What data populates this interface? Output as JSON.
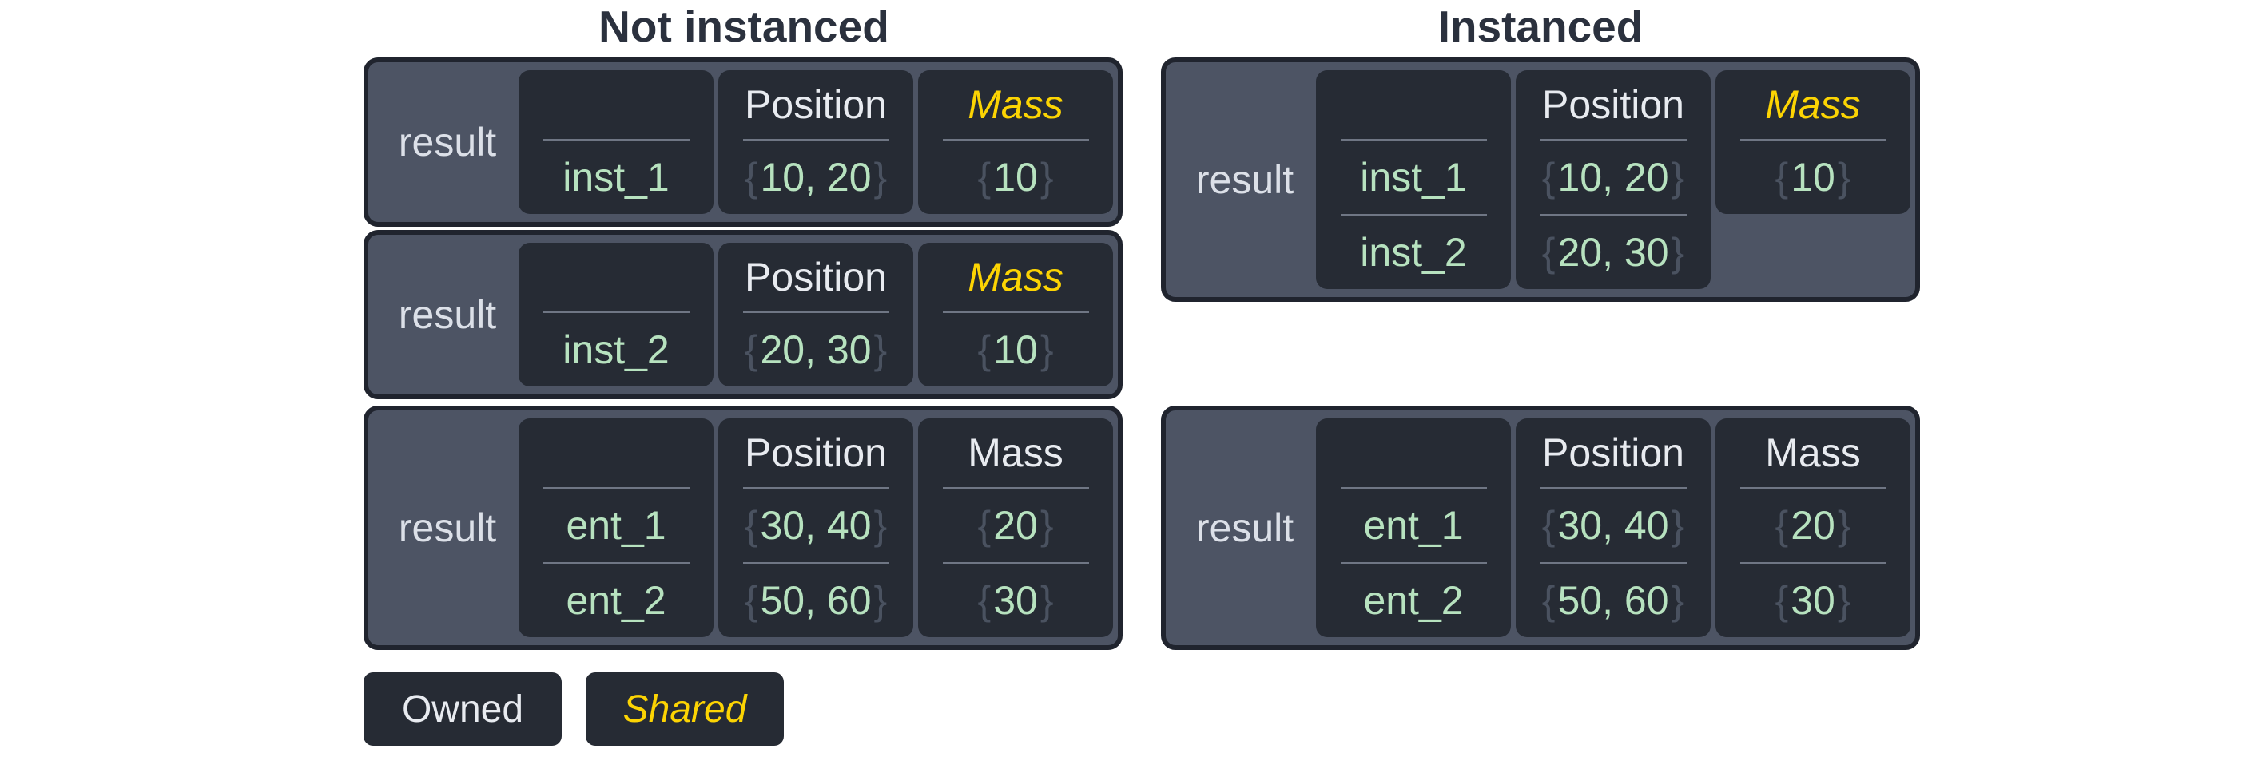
{
  "titles": {
    "not_instanced": "Not instanced",
    "instanced": "Instanced"
  },
  "punct": {
    "open": "{",
    "close": "}"
  },
  "legend": {
    "owned": "Owned",
    "shared": "Shared"
  },
  "colors": {
    "page_bg": "#ffffff",
    "title_text": "#2b313e",
    "table_border": "#20242e",
    "table_bg": "#4d5464",
    "cell_bg": "#262b34",
    "header_text": "#e8ebf0",
    "result_text": "#dce0e8",
    "value_green": "#b7e2bf",
    "brace_gray": "#4a5260",
    "separator": "#6f7684",
    "shared_yellow": "#fcd403"
  },
  "tables": {
    "left": [
      {
        "result_label": "result",
        "entity": {
          "header": "",
          "rows": [
            "inst_1"
          ]
        },
        "position": {
          "header": "Position",
          "rows": [
            "10, 20"
          ]
        },
        "mass": {
          "header": "Mass",
          "shared": true,
          "rows": [
            "10"
          ]
        }
      },
      {
        "result_label": "result",
        "entity": {
          "header": "",
          "rows": [
            "inst_2"
          ]
        },
        "position": {
          "header": "Position",
          "rows": [
            "20, 30"
          ]
        },
        "mass": {
          "header": "Mass",
          "shared": true,
          "rows": [
            "10"
          ]
        }
      },
      {
        "result_label": "result",
        "entity": {
          "header": "",
          "rows": [
            "ent_1",
            "ent_2"
          ]
        },
        "position": {
          "header": "Position",
          "rows": [
            "30, 40",
            "50, 60"
          ]
        },
        "mass": {
          "header": "Mass",
          "shared": false,
          "rows": [
            "20",
            "30"
          ]
        }
      }
    ],
    "right": [
      {
        "result_label": "result",
        "entity": {
          "header": "",
          "rows": [
            "inst_1",
            "inst_2"
          ]
        },
        "position": {
          "header": "Position",
          "rows": [
            "10, 20",
            "20, 30"
          ]
        },
        "mass": {
          "header": "Mass",
          "shared": true,
          "short": true,
          "rows": [
            "10"
          ]
        }
      },
      {
        "result_label": "result",
        "entity": {
          "header": "",
          "rows": [
            "ent_1",
            "ent_2"
          ]
        },
        "position": {
          "header": "Position",
          "rows": [
            "30, 40",
            "50, 60"
          ]
        },
        "mass": {
          "header": "Mass",
          "shared": false,
          "rows": [
            "20",
            "30"
          ]
        }
      }
    ]
  }
}
